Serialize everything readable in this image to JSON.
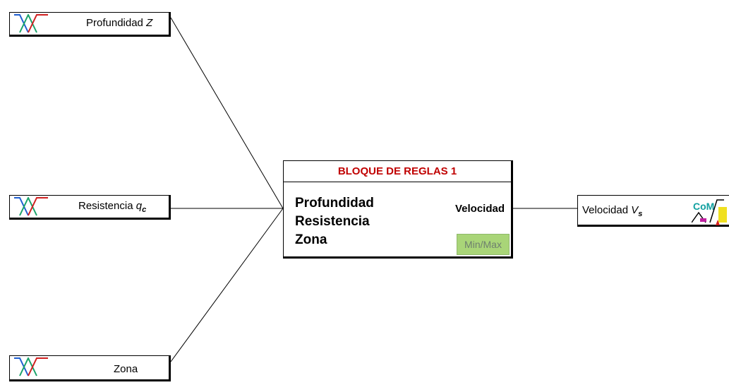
{
  "inputs": [
    {
      "name": "Profundidad",
      "symbol": "Z",
      "subscript": ""
    },
    {
      "name": "Resistencia",
      "symbol": "q",
      "subscript": "c"
    },
    {
      "name": "Zona",
      "symbol": "",
      "subscript": ""
    }
  ],
  "rule_block": {
    "title": "BLOQUE DE REGLAS 1",
    "input_labels": [
      "Profundidad",
      "Resistencia",
      "Zona"
    ],
    "output_label": "Velocidad",
    "method": "Min/Max"
  },
  "output": {
    "name": "Velocidad",
    "symbol": "V",
    "subscript": "s",
    "defuzz_icon_text": "CoM"
  },
  "colors": {
    "title_red": "#c00000",
    "mf_blue": "#1f5fd1",
    "mf_green": "#1aa36a",
    "mf_red": "#d02020",
    "method_fill": "#a9d578",
    "com_teal": "#10a0a0",
    "com_yellow": "#f0e020",
    "com_magenta": "#c020a0"
  },
  "icons": {
    "membership": "membership-functions-icon",
    "defuzzification": "center-of-maximum-icon"
  }
}
